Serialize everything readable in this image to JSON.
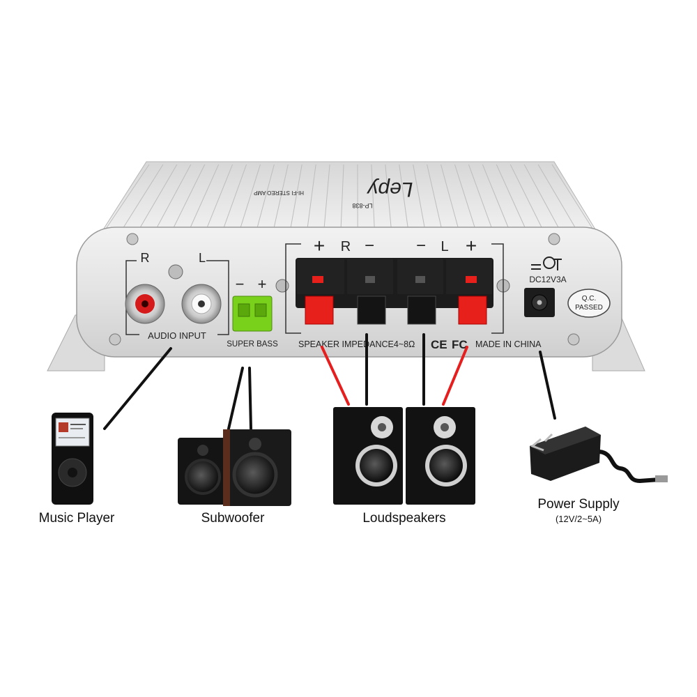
{
  "amplifier": {
    "brand": "Lepy",
    "model": "LP-838",
    "panel_subtitle": "HI-FI STEREO AMP",
    "audio_input": {
      "label": "AUDIO INPUT",
      "right": "R",
      "left": "L"
    },
    "super_bass": {
      "label": "SUPER BASS",
      "minus": "−",
      "plus": "+"
    },
    "speaker_terminals": {
      "signs_left": "+",
      "signs_r": "R",
      "signs_minus1": "−",
      "signs_minus2": "−",
      "signs_l": "L",
      "signs_right": "+",
      "impedance_label": "SPEAKER IMPEDANCE4~8Ω",
      "ce_mark": "CE",
      "fc_mark": "FC",
      "made_in": "MADE IN CHINA"
    },
    "power": {
      "rating": "DC12V3A",
      "qc_line1": "Q.C.",
      "qc_line2": "PASSED"
    },
    "colors": {
      "body": "#e6e6e6",
      "terminal_red": "#e8201c",
      "terminal_black": "#1a1a1a",
      "bass_green": "#7ad11c"
    }
  },
  "devices": {
    "music_player": {
      "label": "Music Player",
      "icon": "music-player-icon"
    },
    "subwoofer": {
      "label": "Subwoofer",
      "icon": "subwoofer-icon"
    },
    "loudspeakers": {
      "label": "Loudspeakers",
      "icon": "loudspeaker-icon"
    },
    "power_supply": {
      "label": "Power Supply",
      "spec": "(12V/2~5A)",
      "icon": "power-adapter-icon"
    }
  },
  "wire_colors": {
    "positive": "#e61e1e",
    "negative": "#111111"
  }
}
